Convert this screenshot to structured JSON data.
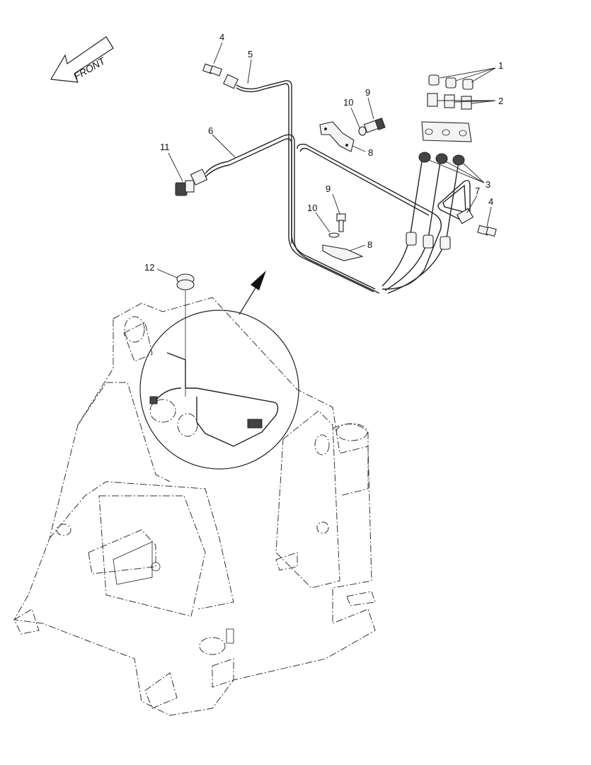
{
  "diagram": {
    "front_label": "FRONT",
    "callouts": [
      {
        "id": "c1",
        "text": "1"
      },
      {
        "id": "c2",
        "text": "2"
      },
      {
        "id": "c3",
        "text": "3"
      },
      {
        "id": "c4a",
        "text": "4"
      },
      {
        "id": "c4b",
        "text": "4"
      },
      {
        "id": "c5",
        "text": "5"
      },
      {
        "id": "c6",
        "text": "6"
      },
      {
        "id": "c7",
        "text": "7"
      },
      {
        "id": "c8a",
        "text": "8"
      },
      {
        "id": "c8b",
        "text": "8"
      },
      {
        "id": "c9a",
        "text": "9"
      },
      {
        "id": "c9b",
        "text": "9"
      },
      {
        "id": "c10a",
        "text": "10"
      },
      {
        "id": "c10b",
        "text": "10"
      },
      {
        "id": "c11",
        "text": "11"
      },
      {
        "id": "c12",
        "text": "12"
      }
    ]
  }
}
